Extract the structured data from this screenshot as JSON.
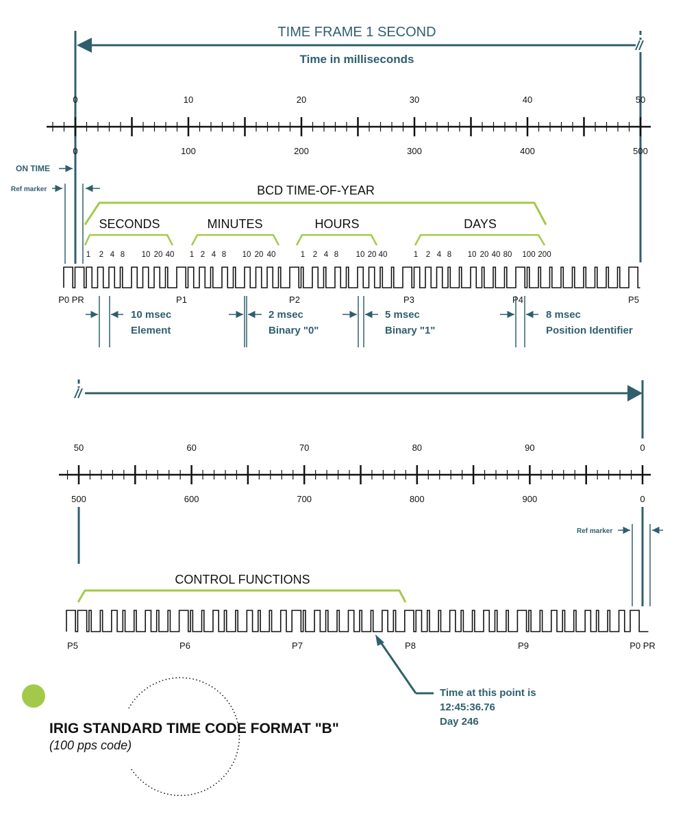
{
  "top": {
    "title": "TIME FRAME 1 SECOND",
    "subtitle": "Time in milliseconds",
    "scale_top_labels": [
      "0",
      "10",
      "20",
      "30",
      "40",
      "50"
    ],
    "scale_bottom_labels": [
      "0",
      "100",
      "200",
      "300",
      "400",
      "500"
    ],
    "on_time": "ON TIME",
    "ref_marker": "Ref marker",
    "bcd_label": "BCD TIME-OF-YEAR",
    "groups": [
      {
        "label": "SECONDS",
        "bits": [
          "1",
          "2",
          "4",
          "8",
          "10",
          "20",
          "40"
        ]
      },
      {
        "label": "MINUTES",
        "bits": [
          "1",
          "2",
          "4",
          "8",
          "10",
          "20",
          "40"
        ]
      },
      {
        "label": "HOURS",
        "bits": [
          "1",
          "2",
          "4",
          "8",
          "10",
          "20",
          "40"
        ]
      },
      {
        "label": "DAYS",
        "bits": [
          "1",
          "2",
          "4",
          "8",
          "10",
          "20",
          "40",
          "80",
          "100",
          "200"
        ]
      }
    ],
    "pulse_labels": [
      "P0 PR",
      "P1",
      "P2",
      "P3",
      "P4",
      "P5"
    ],
    "notes": [
      {
        "line1": "10 msec",
        "line2": "Element"
      },
      {
        "line1": "2 msec",
        "line2": "Binary \"0\""
      },
      {
        "line1": "5 msec",
        "line2": "Binary \"1\""
      },
      {
        "line1": "8 msec",
        "line2": "Position Identifier"
      }
    ]
  },
  "bottom": {
    "scale_top_labels": [
      "50",
      "60",
      "70",
      "80",
      "90",
      "0"
    ],
    "scale_bottom_labels": [
      "500",
      "600",
      "700",
      "800",
      "900",
      "0"
    ],
    "ref_marker": "Ref marker",
    "control_label": "CONTROL FUNCTIONS",
    "pulse_labels": [
      "P5",
      "P6",
      "P7",
      "P8",
      "P9",
      "P0 PR"
    ],
    "callout": {
      "line1": "Time at this point is",
      "line2": "12:45:36.76",
      "line3": "Day 246"
    }
  },
  "footer": {
    "title": "IRIG STANDARD TIME CODE FORMAT \"B\"",
    "subtitle": "(100 pps code)"
  },
  "colors": {
    "teal": "#2f5f6c",
    "green": "#a3c94a",
    "ink": "#111111"
  }
}
